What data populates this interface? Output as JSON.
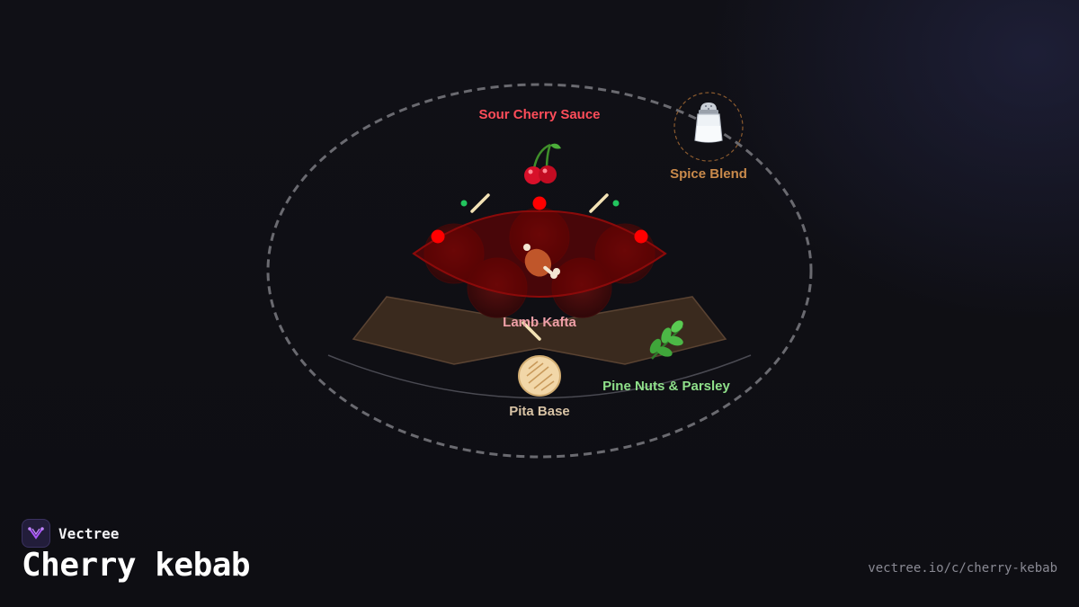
{
  "brand": {
    "name": "Vectree"
  },
  "page": {
    "title": "Cherry kebab",
    "url": "vectree.io/c/cherry-kebab"
  },
  "diagram": {
    "components": [
      {
        "id": "sour-cherry-sauce",
        "label": "Sour Cherry Sauce",
        "icon": "cherries-icon",
        "color": "#ff4d5a"
      },
      {
        "id": "spice-blend",
        "label": "Spice Blend",
        "icon": "salt-shaker-icon",
        "color": "#c98a4b"
      },
      {
        "id": "lamb-kafta",
        "label": "Lamb Kafta",
        "icon": "meat-on-bone-icon",
        "color": "#f0a0a8"
      },
      {
        "id": "pita-base",
        "label": "Pita Base",
        "icon": "flatbread-icon",
        "color": "#d8c3a5"
      },
      {
        "id": "pine-nuts-parsley",
        "label": "Pine Nuts & Parsley",
        "icon": "herb-icon",
        "color": "#8fe08a"
      }
    ],
    "colors": {
      "outline": "#6a6a70",
      "sauce": "#ff0000",
      "sauce_dark": "#5a0606",
      "pita": "#3a2a1e",
      "skewer": "#f3e2b5",
      "herb_dot": "#22c55e",
      "brand_accent": "#a855f7"
    }
  }
}
